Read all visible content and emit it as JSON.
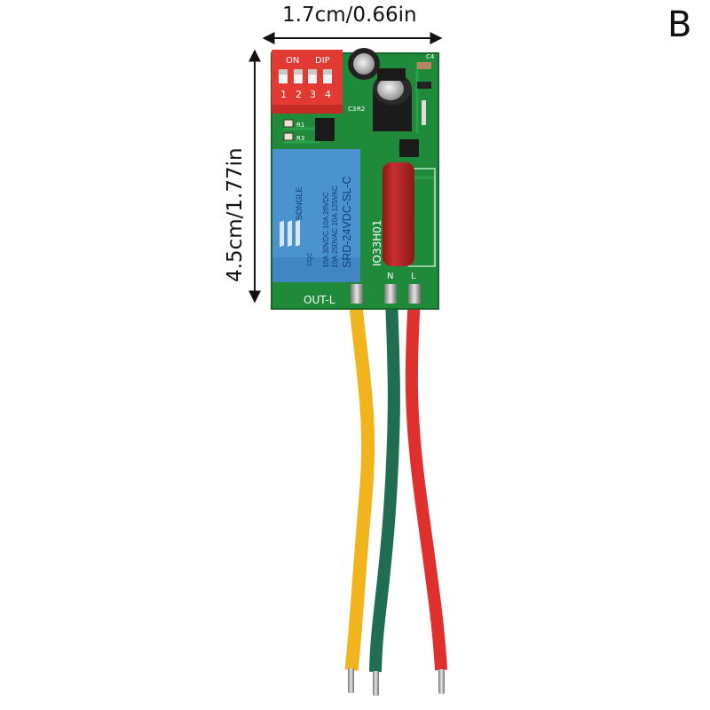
{
  "corner_label": "B",
  "dimensions": {
    "width_label": "1.7cm/0.66in",
    "height_label": "4.5cm/1.77in"
  },
  "dip_switch": {
    "on_label": "ON",
    "dip_label": "DIP",
    "positions": [
      "1",
      "2",
      "3",
      "4"
    ]
  },
  "relay": {
    "brand": "SONGLE",
    "model": "SRD-24VDC-SL-C",
    "rating_line_1": "10A 250VAC  10A 125VAC",
    "rating_line_2": "10A 30VDC  10A 28VDC",
    "cert": "CQC"
  },
  "pcb_labels": {
    "out_l": "OUT-L",
    "n": "N",
    "l": "L",
    "capacitor_code": "IO33H01",
    "r1": "R1",
    "r3": "R3",
    "r2": "R2",
    "c3": "C3",
    "c4": "C4"
  },
  "wires": [
    {
      "name": "yellow",
      "color": "#f2b41c"
    },
    {
      "name": "green",
      "color": "#1f6e52"
    },
    {
      "name": "red",
      "color": "#e0302e"
    }
  ],
  "colors": {
    "pcb": "#1f8a3a",
    "dip_body": "#e23a33",
    "relay_body": "#4b93cf",
    "capacitor": "#b52222"
  }
}
